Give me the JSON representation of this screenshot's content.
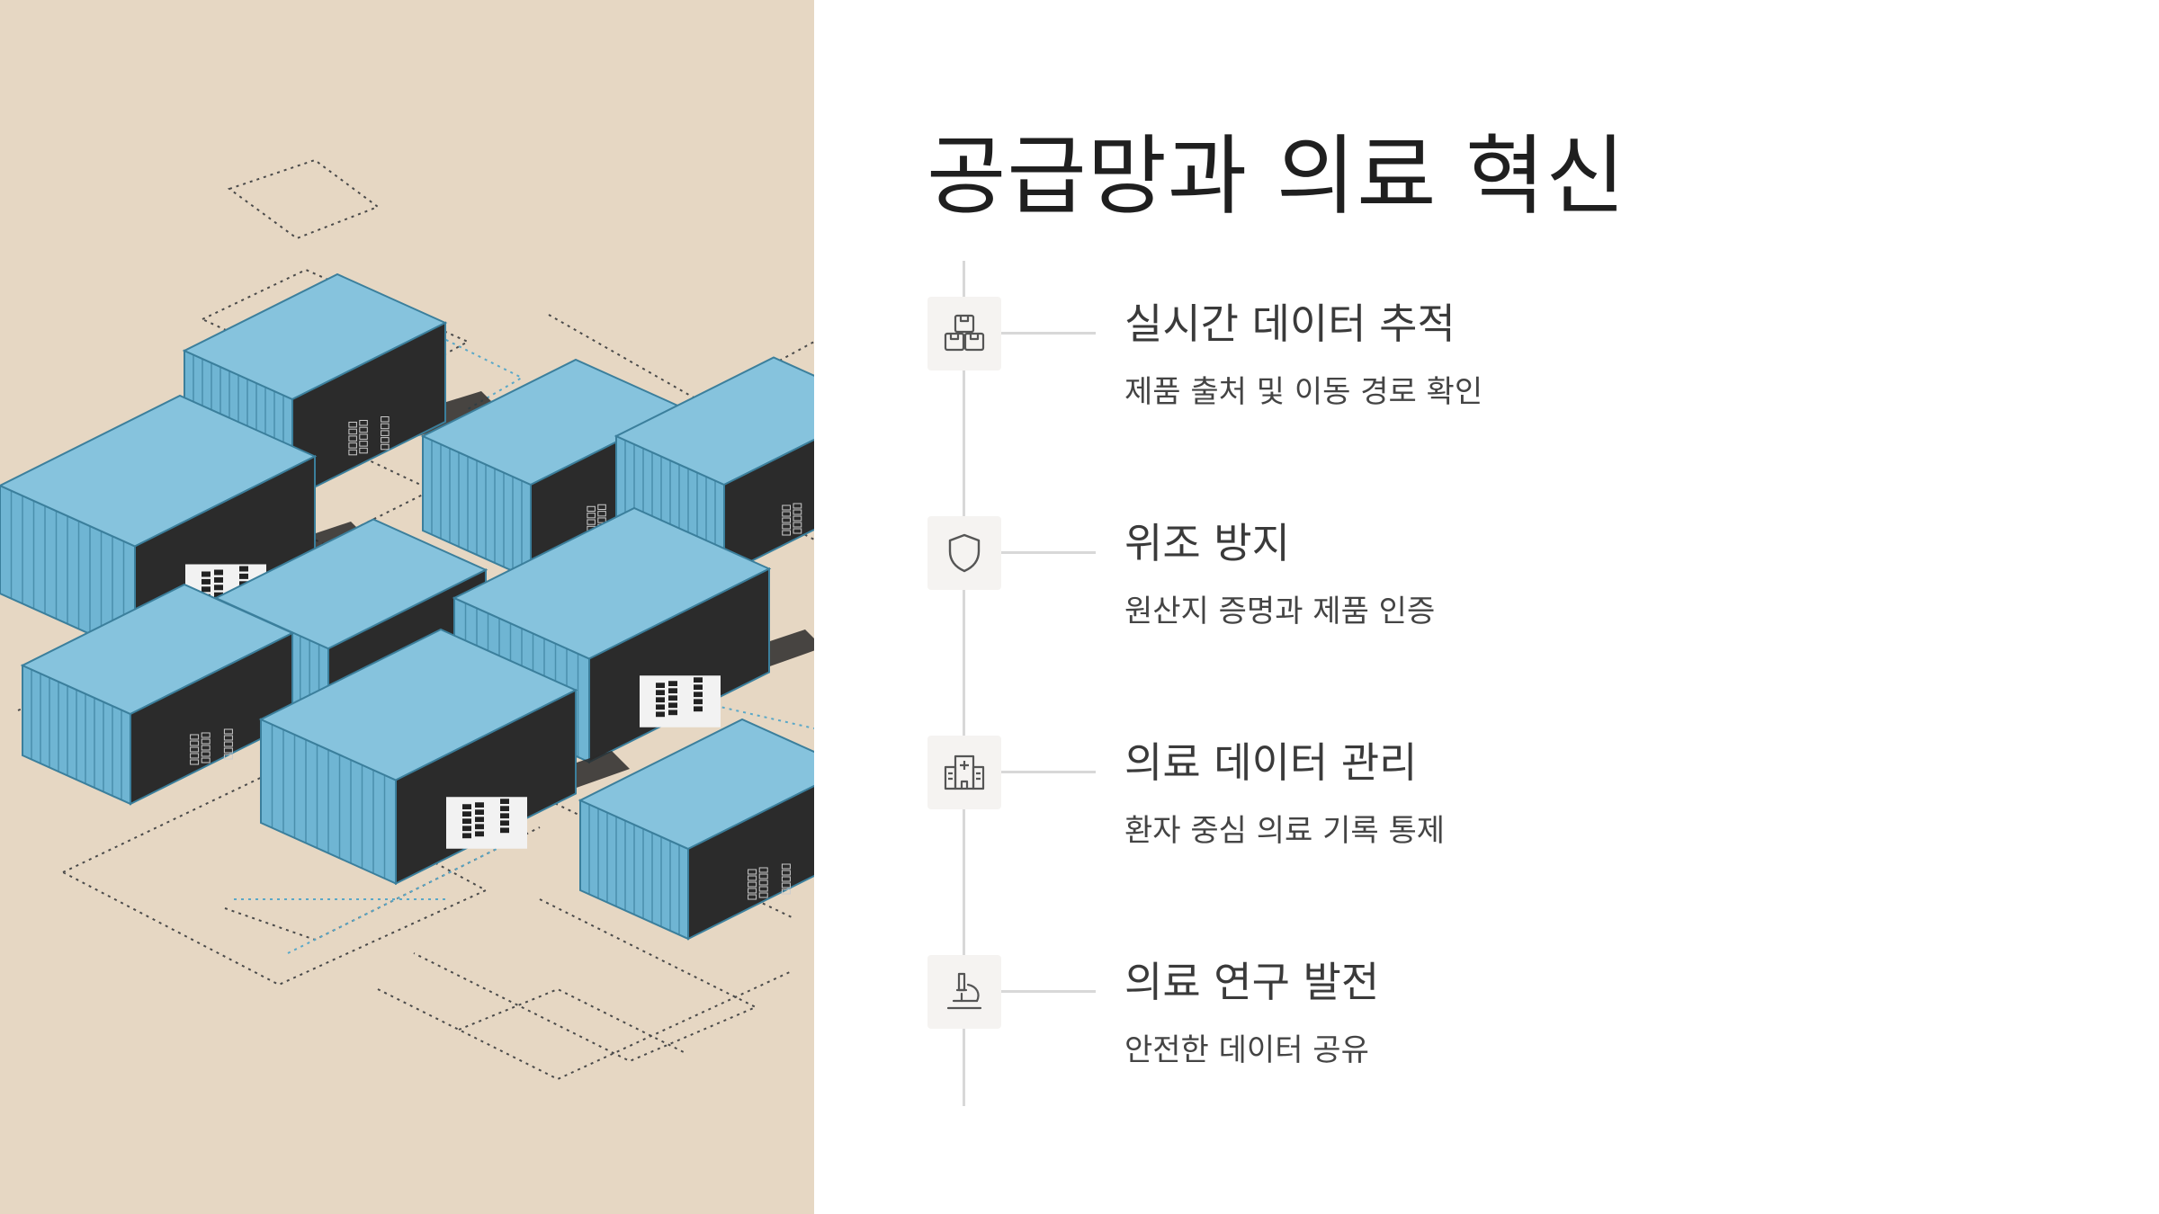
{
  "slide": {
    "title": "공급망과 의료 혁신",
    "colors": {
      "left_panel": "#e6d7c3",
      "container_body": "#6fb5d3",
      "container_dark": "#2b2b2b",
      "line": "#d8d8d8"
    },
    "art": {
      "description_icon": "shipping-containers-qr-illustration"
    },
    "items": [
      {
        "icon": "boxes-icon",
        "title": "실시간 데이터 추적",
        "desc": "제품 출처 및 이동 경로 확인"
      },
      {
        "icon": "shield-icon",
        "title": "위조 방지",
        "desc": "원산지 증명과 제품 인증"
      },
      {
        "icon": "hospital-icon",
        "title": "의료 데이터 관리",
        "desc": "환자 중심 의료 기록 통제"
      },
      {
        "icon": "microscope-icon",
        "title": "의료 연구 발전",
        "desc": "안전한 데이터 공유"
      }
    ]
  }
}
